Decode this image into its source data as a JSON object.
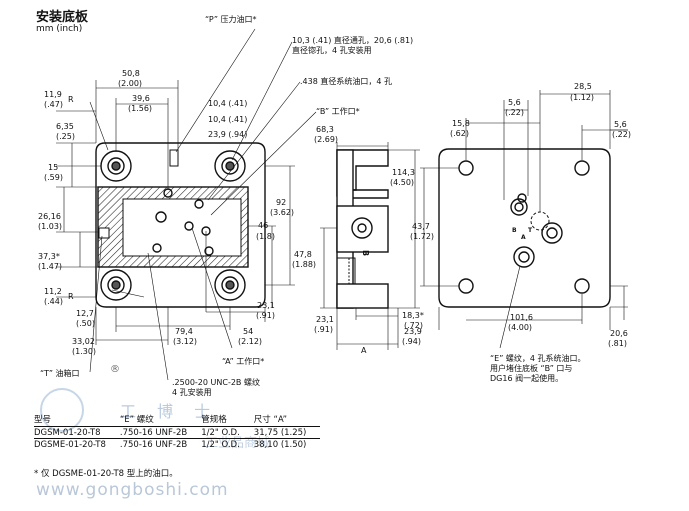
{
  "header": {
    "title": "安装底板",
    "units": "mm (inch)"
  },
  "left_view": {
    "callouts": {
      "p_port": "“P” 压力油口*",
      "through_hole": "10,3 (.41) 直径通孔，20,6 (.81)",
      "counterbore": "直径锪孔，4 孔安装用",
      "system_port": ".438 直径系统油口，4 孔",
      "b_port": "“B” 工作口*",
      "a_port": "“A” 工作口*",
      "unc_thread": ".2500-20 UNC-2B 螺纹",
      "unc_thread_2": "4 孔安装用",
      "t_port": "“T” 油箱口"
    },
    "dims": {
      "d_11_9": "11,9",
      "d_11_9_in": "(.47)",
      "r_top": "R",
      "d_50_8": "50,8",
      "d_50_8_in": "(2.00)",
      "d_39_6": "39,6",
      "d_39_6_in": "(1.56)",
      "d_10_4a": "10,4 (.41)",
      "d_10_4b": "10,4 (.41)",
      "d_23_9": "23,9 (.94)",
      "d_6_35": "6,35",
      "d_6_35_in": "(.25)",
      "d_15": "15",
      "d_15_in": "(.59)",
      "d_26_16": "26,16",
      "d_26_16_in": "(1.03)",
      "d_37_3": "37,3*",
      "d_37_3_in": "(1.47)",
      "d_11_2": "11,2",
      "d_11_2_in": "(.44)",
      "r_bottom": "R",
      "d_92": "92",
      "d_92_in": "(3.62)",
      "d_46": "46",
      "d_46_in": "(1.8)",
      "d_12_7": "12,7",
      "d_12_7_in": "(.50)",
      "d_79_4": "79,4",
      "d_79_4_in": "(3.12)",
      "d_54": "54",
      "d_54_in": "(2.12)",
      "d_23_1": "23,1",
      "d_23_1_in": "(.91)",
      "d_33_02": "33,02",
      "d_33_02_in": "(1.30)"
    }
  },
  "side_view": {
    "dims": {
      "d_68_3": "68,3",
      "d_68_3_in": "(2.69)",
      "d_114_3": "114,3",
      "d_114_3_in": "(4.50)",
      "d_47_8": "47,8",
      "d_47_8_in": "(1.88)",
      "d_23_1": "23,1",
      "d_23_1_in": "(.91)",
      "d_18_3": "18,3*",
      "d_18_3_in": "(.72)",
      "d_23_9": "23,9",
      "d_23_9_in": "(.94)",
      "dim_a": "A",
      "b_mark": "B"
    }
  },
  "right_view": {
    "dims": {
      "d_28_5": "28,5",
      "d_28_5_in": "(1.12)",
      "d_5_6a": "5,6",
      "d_5_6a_in": "(.22)",
      "d_15_8": "15,8",
      "d_15_8_in": "(.62)",
      "d_5_6b": "5,6",
      "d_5_6b_in": "(.22)",
      "d_43_7": "43,7",
      "d_43_7_in": "(1.72)",
      "d_101_6": "101,6",
      "d_101_6_in": "(4.00)",
      "d_20_6": "20,6",
      "d_20_6_in": "(.81)",
      "port_b": "B",
      "port_t": "T",
      "port_a": "A"
    },
    "note_lines": [
      "“E” 螺纹，4 孔系统油口。",
      "用户堵住底板 “B” 口与",
      "DG16 阀一起使用。"
    ]
  },
  "parts_table": {
    "headers": [
      "型号",
      "“E” 螺纹",
      "管规格",
      "尺寸 “A”"
    ],
    "rows": [
      [
        "DGSM-01-20-T8",
        ".750-16 UNF-2B",
        "1/2\" O.D.",
        "31,75 (1.25)"
      ],
      [
        "DGSME-01-20-T8",
        ".750-16 UNF-2B",
        "1/2\" O.D.",
        "38,10 (1.50)"
      ]
    ]
  },
  "footnote": "* 仅 DGSME-01-20-T8 型上的油口。",
  "watermark": {
    "text": "工 博 士",
    "url": "www.gongboshi.com",
    "cn": "工业品商城",
    "registered": "®"
  }
}
